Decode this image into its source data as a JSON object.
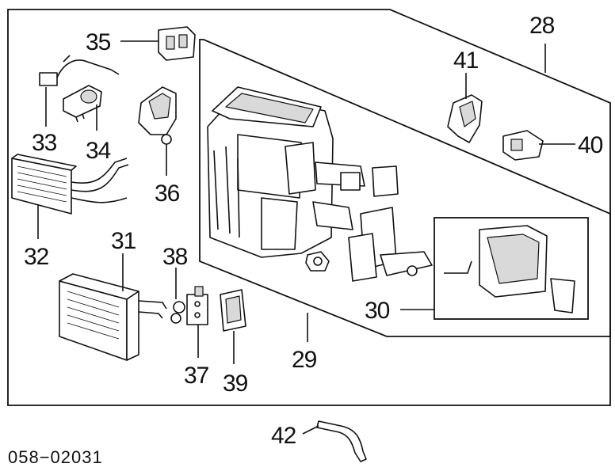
{
  "diagram": {
    "drawing_code": "058−02031",
    "callouts": [
      {
        "id": "c28",
        "label": "28"
      },
      {
        "id": "c29",
        "label": "29"
      },
      {
        "id": "c30",
        "label": "30"
      },
      {
        "id": "c31",
        "label": "31"
      },
      {
        "id": "c32",
        "label": "32"
      },
      {
        "id": "c33",
        "label": "33"
      },
      {
        "id": "c34",
        "label": "34"
      },
      {
        "id": "c35",
        "label": "35"
      },
      {
        "id": "c36",
        "label": "36"
      },
      {
        "id": "c37",
        "label": "37"
      },
      {
        "id": "c38",
        "label": "38"
      },
      {
        "id": "c39",
        "label": "39"
      },
      {
        "id": "c40",
        "label": "40"
      },
      {
        "id": "c41",
        "label": "41"
      },
      {
        "id": "c42",
        "label": "42"
      }
    ]
  }
}
